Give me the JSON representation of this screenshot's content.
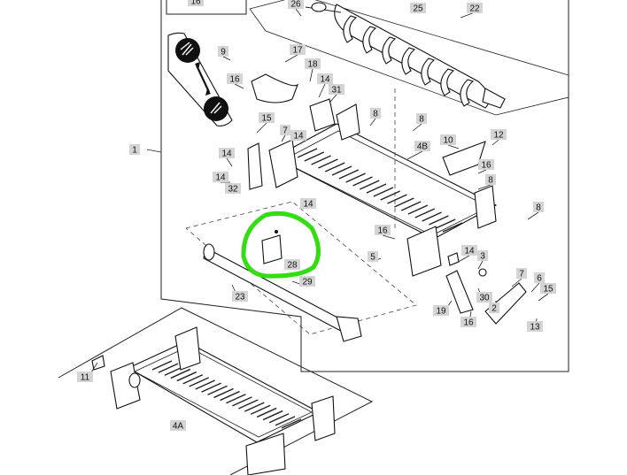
{
  "callouts": [
    "16",
    "26",
    "25",
    "22",
    "9",
    "17",
    "16",
    "18",
    "14",
    "31",
    "15",
    "8",
    "8",
    "7",
    "14",
    "10",
    "12",
    "4B",
    "1",
    "14",
    "16",
    "14",
    "32",
    "8",
    "14",
    "8",
    "16",
    "14",
    "5",
    "3",
    "7",
    "6",
    "15",
    "28",
    "29",
    "23",
    "19",
    "30",
    "2",
    "13",
    "16",
    "11",
    "4A"
  ],
  "highlight_color": "#33dd11",
  "icons": [
    "grain-dense-icon",
    "grain-sparse-icon"
  ]
}
